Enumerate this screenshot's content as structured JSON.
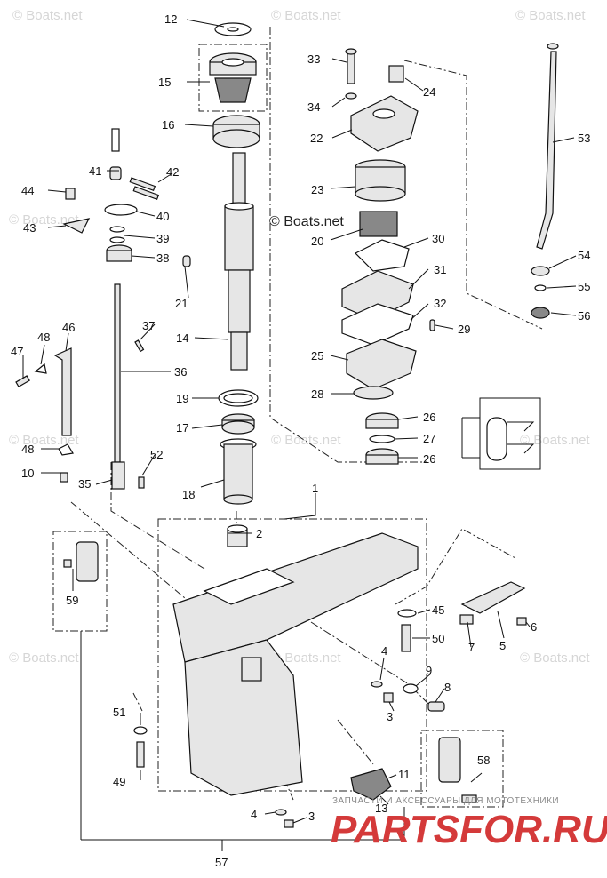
{
  "watermarks": {
    "main": "© Boats.net",
    "faint": "© Boats.net"
  },
  "footer": {
    "tagline": "ЗАПЧАСТИ И АКСЕССУАРЫ ДЛЯ МОТОТЕХНИКИ",
    "logo": "PARTSFOR.RU"
  },
  "callouts": [
    "1",
    "2",
    "3",
    "3",
    "4",
    "4",
    "5",
    "6",
    "7",
    "8",
    "9",
    "10",
    "11",
    "12",
    "13",
    "14",
    "15",
    "16",
    "17",
    "18",
    "19",
    "20",
    "21",
    "22",
    "23",
    "24",
    "25",
    "26",
    "26",
    "27",
    "28",
    "29",
    "30",
    "31",
    "32",
    "33",
    "34",
    "35",
    "36",
    "37",
    "38",
    "39",
    "40",
    "41",
    "42",
    "43",
    "44",
    "45",
    "46",
    "47",
    "48",
    "48",
    "49",
    "50",
    "51",
    "52",
    "53",
    "54",
    "55",
    "56",
    "57",
    "58",
    "59"
  ],
  "colors": {
    "line": "#111111",
    "part_fill": "#e6e6e6",
    "watermark": "#d6d6d6",
    "logo": "#d43a3a"
  }
}
